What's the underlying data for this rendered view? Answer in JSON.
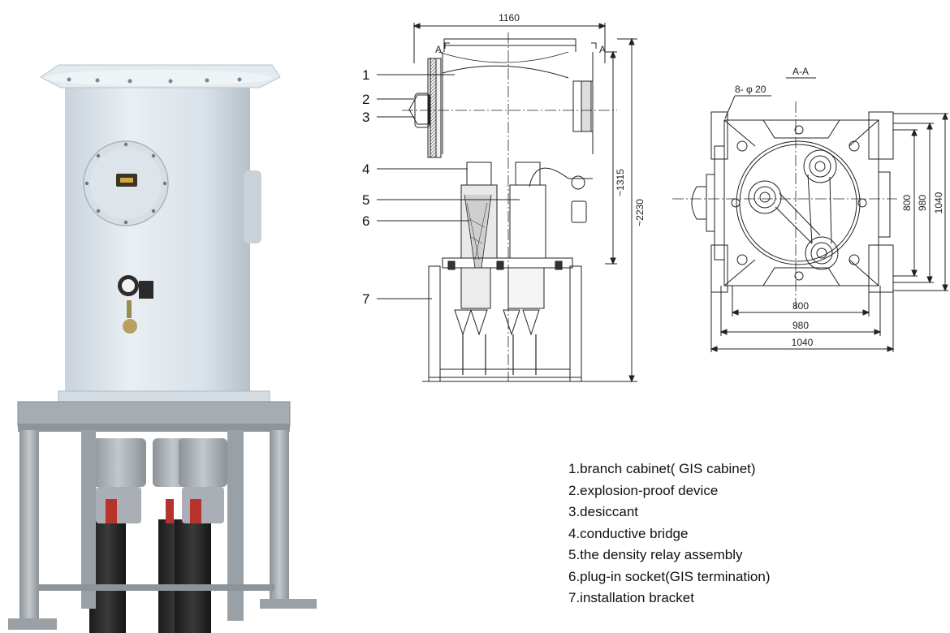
{
  "front_view": {
    "callouts": [
      "1",
      "2",
      "3",
      "4",
      "5",
      "6",
      "7"
    ],
    "dim_width": "1160",
    "dim_upper": "~1315",
    "dim_total": "~2230",
    "section_marks": [
      "A",
      "A"
    ]
  },
  "section_view": {
    "title": "A-A",
    "holes": "8- φ 20",
    "dims_horizontal": [
      "800",
      "980",
      "1040"
    ],
    "dims_vertical": [
      "800",
      "980",
      "1040"
    ]
  },
  "legend": {
    "items": [
      "1.branch cabinet( GIS cabinet)",
      "2.explosion-proof device",
      "3.desiccant",
      "4.conductive bridge",
      "5.the density relay assembly",
      "6.plug-in socket(GIS termination)",
      "7.installation bracket"
    ]
  },
  "colors": {
    "tank": "#dbe4eb",
    "frame": "#9ea5ab",
    "line": "#222222"
  }
}
